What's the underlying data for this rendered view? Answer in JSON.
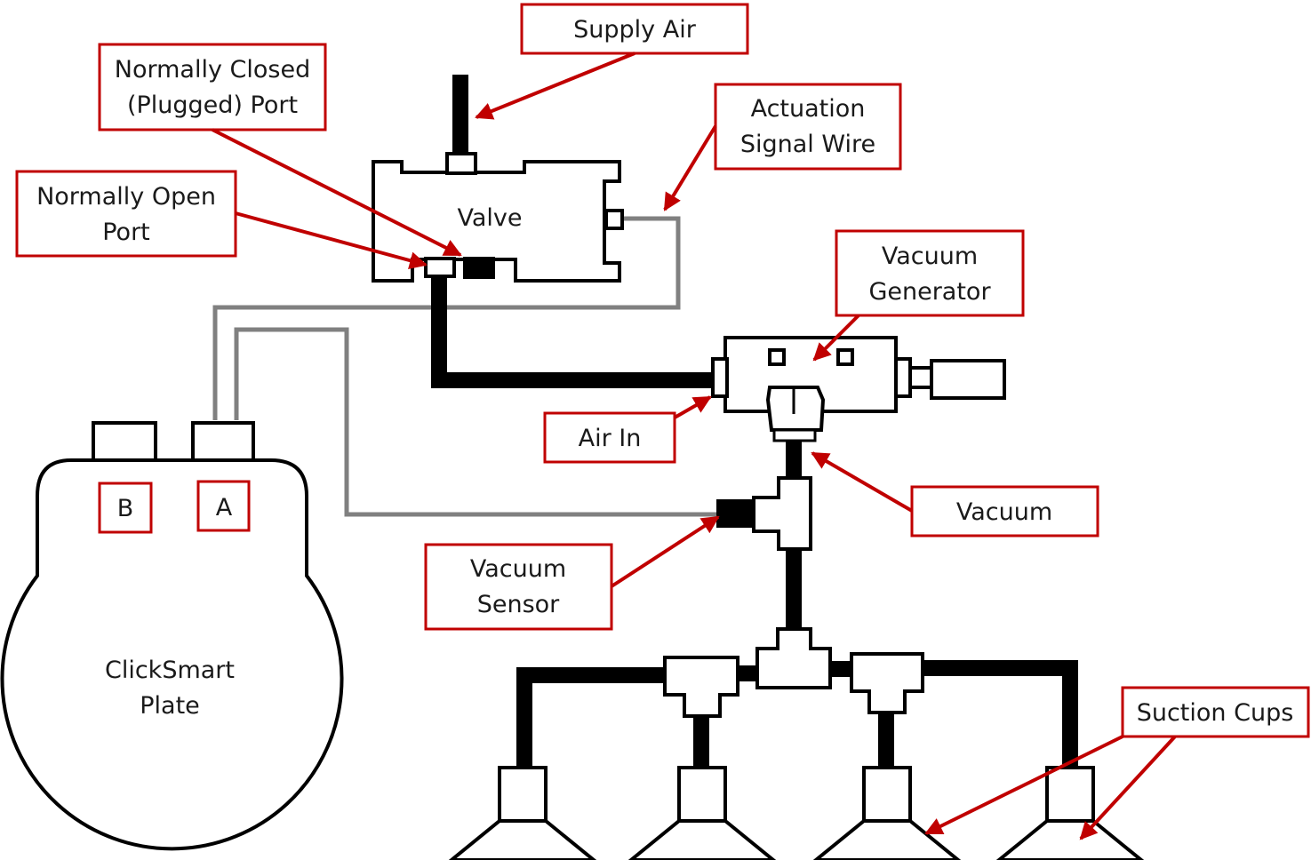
{
  "labels": {
    "supply_air": "Supply Air",
    "nc_port_line1": "Normally Closed",
    "nc_port_line2": "(Plugged) Port",
    "no_port_line1": "Normally Open",
    "no_port_line2": "Port",
    "actuation_line1": "Actuation",
    "actuation_line2": "Signal Wire",
    "valve": "Valve",
    "vacgen_line1": "Vacuum",
    "vacgen_line2": "Generator",
    "air_in": "Air In",
    "vacuum": "Vacuum",
    "vacsensor_line1": "Vacuum",
    "vacsensor_line2": "Sensor",
    "port_b": "B",
    "port_a": "A",
    "plate_line1": "ClickSmart",
    "plate_line2": "Plate",
    "suction_cups": "Suction Cups"
  },
  "colors": {
    "callout_border": "#c00000",
    "arrow": "#c00000",
    "hose": "#000000",
    "wire": "#808080"
  }
}
